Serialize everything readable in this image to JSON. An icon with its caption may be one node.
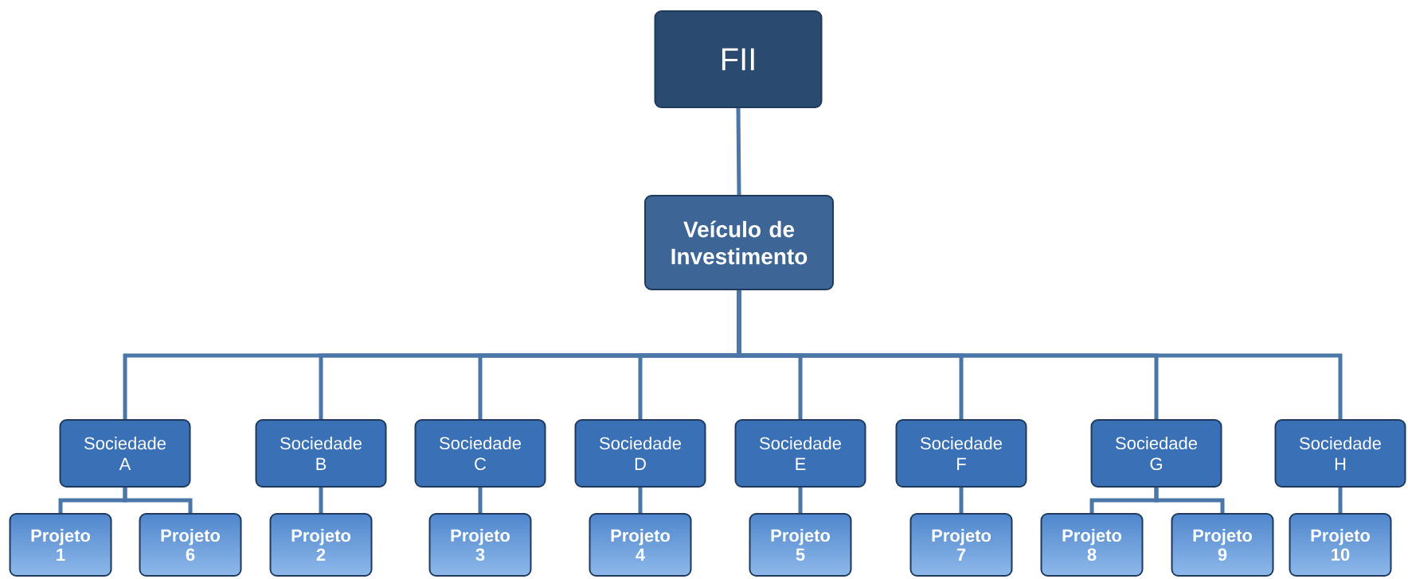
{
  "diagram": {
    "nodes": [
      {
        "text": [
          "FII"
        ]
      },
      {
        "text": [
          "Veículo de Investimento"
        ]
      },
      {
        "text": [
          "Sociedade A"
        ]
      },
      {
        "text": [
          "Sociedade B"
        ]
      },
      {
        "text": [
          "Sociedade C"
        ]
      },
      {
        "text": [
          "Sociedade D"
        ]
      },
      {
        "text": [
          "Sociedade E"
        ]
      },
      {
        "text": [
          "Sociedade F"
        ]
      },
      {
        "text": [
          "Sociedade G"
        ]
      },
      {
        "text": [
          "Sociedade H"
        ]
      },
      {
        "text": [
          "Projeto 1"
        ]
      },
      {
        "text": [
          "Projeto 6"
        ]
      },
      {
        "text": [
          "Projeto 2"
        ]
      },
      {
        "text": [
          "Projeto 3"
        ]
      },
      {
        "text": [
          "Projeto 4"
        ]
      },
      {
        "text": [
          "Projeto 5"
        ]
      },
      {
        "text": [
          "Projeto 7"
        ]
      },
      {
        "text": [
          "Projeto 8"
        ]
      },
      {
        "text": [
          "Projeto 9"
        ]
      },
      {
        "text": [
          "Projeto 10"
        ]
      }
    ],
    "edges": [
      {
        "from": 0,
        "to": 1,
        "arrow": "none"
      },
      {
        "from": 1,
        "to": 2,
        "arrow": "none"
      },
      {
        "from": 1,
        "to": 3,
        "arrow": "none"
      },
      {
        "from": 1,
        "to": 4,
        "arrow": "none"
      },
      {
        "from": 1,
        "to": 5,
        "arrow": "none"
      },
      {
        "from": 1,
        "to": 6,
        "arrow": "none"
      },
      {
        "from": 1,
        "to": 7,
        "arrow": "none"
      },
      {
        "from": 1,
        "to": 8,
        "arrow": "none"
      },
      {
        "from": 1,
        "to": 9,
        "arrow": "none"
      },
      {
        "from": 2,
        "to": 10,
        "arrow": "none"
      },
      {
        "from": 2,
        "to": 11,
        "arrow": "none"
      },
      {
        "from": 3,
        "to": 12,
        "arrow": "none"
      },
      {
        "from": 4,
        "to": 13,
        "arrow": "none"
      },
      {
        "from": 5,
        "to": 14,
        "arrow": "none"
      },
      {
        "from": 6,
        "to": 15,
        "arrow": "none"
      },
      {
        "from": 7,
        "to": 16,
        "arrow": "none"
      },
      {
        "from": 8,
        "to": 17,
        "arrow": "none"
      },
      {
        "from": 8,
        "to": 18,
        "arrow": "none"
      },
      {
        "from": 9,
        "to": 19,
        "arrow": "none"
      }
    ]
  }
}
